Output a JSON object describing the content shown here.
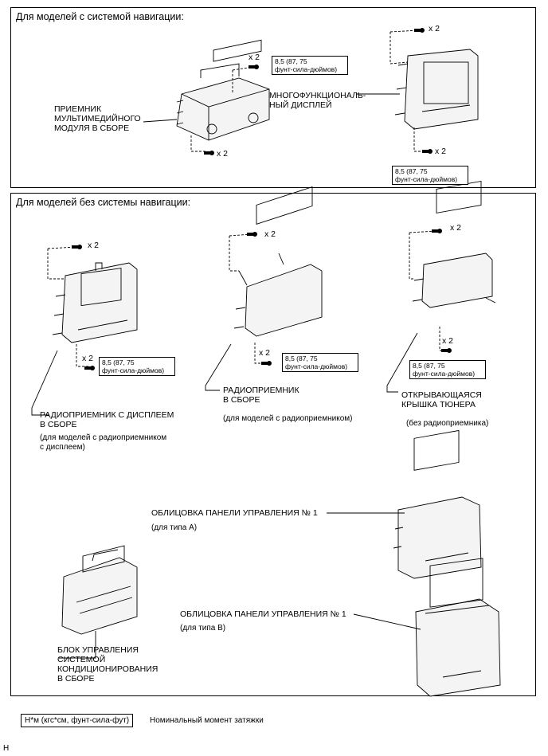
{
  "nav": {
    "header": "Для моделей с системой навигации:",
    "receiver_label": "ПРИЕМНИК\nМУЛЬТИМЕДИЙНОГО\nМОДУЛЯ В СБОРЕ",
    "display_label": "МНОГОФУНКЦИОНАЛЬ-\nНЫЙ ДИСПЛЕЙ",
    "qty1": "x 2",
    "qty2": "x 2",
    "qty3": "x 2",
    "qty4": "x 2",
    "torque1": "8,5 (87, 75\nфунт-сила-дюймов)",
    "torque2": "8,5 (87, 75\nфунт-сила-дюймов)"
  },
  "nonav": {
    "header": "Для моделей без системы навигации:",
    "qty1": "x 2",
    "qty2": "x 2",
    "qty3": "x 2",
    "qty4": "x 2",
    "qty5": "x 2",
    "qty6": "x 2",
    "torque1": "8,5 (87, 75\nфунт-сила-дюймов)",
    "torque2": "8,5 (87, 75\nфунт-сила-дюймов)",
    "torque3": "8,5 (87, 75\nфунт-сила-дюймов)",
    "radio_display_label": "РАДИОПРИЕМНИК С ДИСПЛЕЕМ\nВ СБОРЕ",
    "radio_display_note": "(для моделей с радиоприемником\nс дисплеем)",
    "radio_label": "РАДИОПРИЕМНИК\nВ СБОРЕ",
    "radio_note": "(для моделей с радиоприемником)",
    "tuner_label": "ОТКРЫВАЮЩАЯСЯ\nКРЫШКА ТЮНЕРА",
    "tuner_note": "(без радиоприемника)",
    "panel_a_label": "ОБЛИЦОВКА ПАНЕЛИ УПРАВЛЕНИЯ № 1",
    "panel_a_note": "(для типа A)",
    "panel_b_label": "ОБЛИЦОВКА ПАНЕЛИ УПРАВЛЕНИЯ № 1",
    "panel_b_note": "(для типа B)",
    "ac_label": "БЛОК УПРАВЛЕНИЯ\nСИСТЕМОЙ\nКОНДИЦИОНИРОВАНИЯ\nВ СБОРЕ"
  },
  "legend": {
    "unit": "Н*м (кгс*см, фунт-сила-фут)",
    "description": "Номинальный момент затяжки"
  },
  "corner_mark": "H"
}
